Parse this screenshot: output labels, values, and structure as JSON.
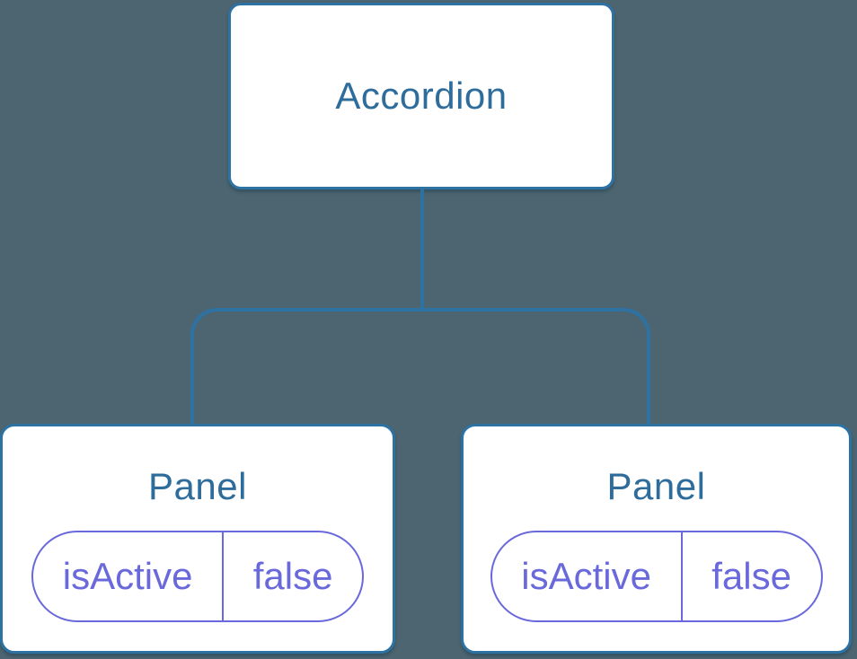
{
  "root_node": {
    "label": "Accordion"
  },
  "panels": [
    {
      "label": "Panel",
      "state": {
        "name": "isActive",
        "value": "false"
      }
    },
    {
      "label": "Panel",
      "state": {
        "name": "isActive",
        "value": "false"
      }
    }
  ],
  "colors": {
    "background": "#4C6570",
    "node_fill": "#FFFFFF",
    "node_border": "#2E72A4",
    "connector": "#2E72A4",
    "title_text": "#2D6C9B",
    "state_accent": "#6A69DC"
  }
}
